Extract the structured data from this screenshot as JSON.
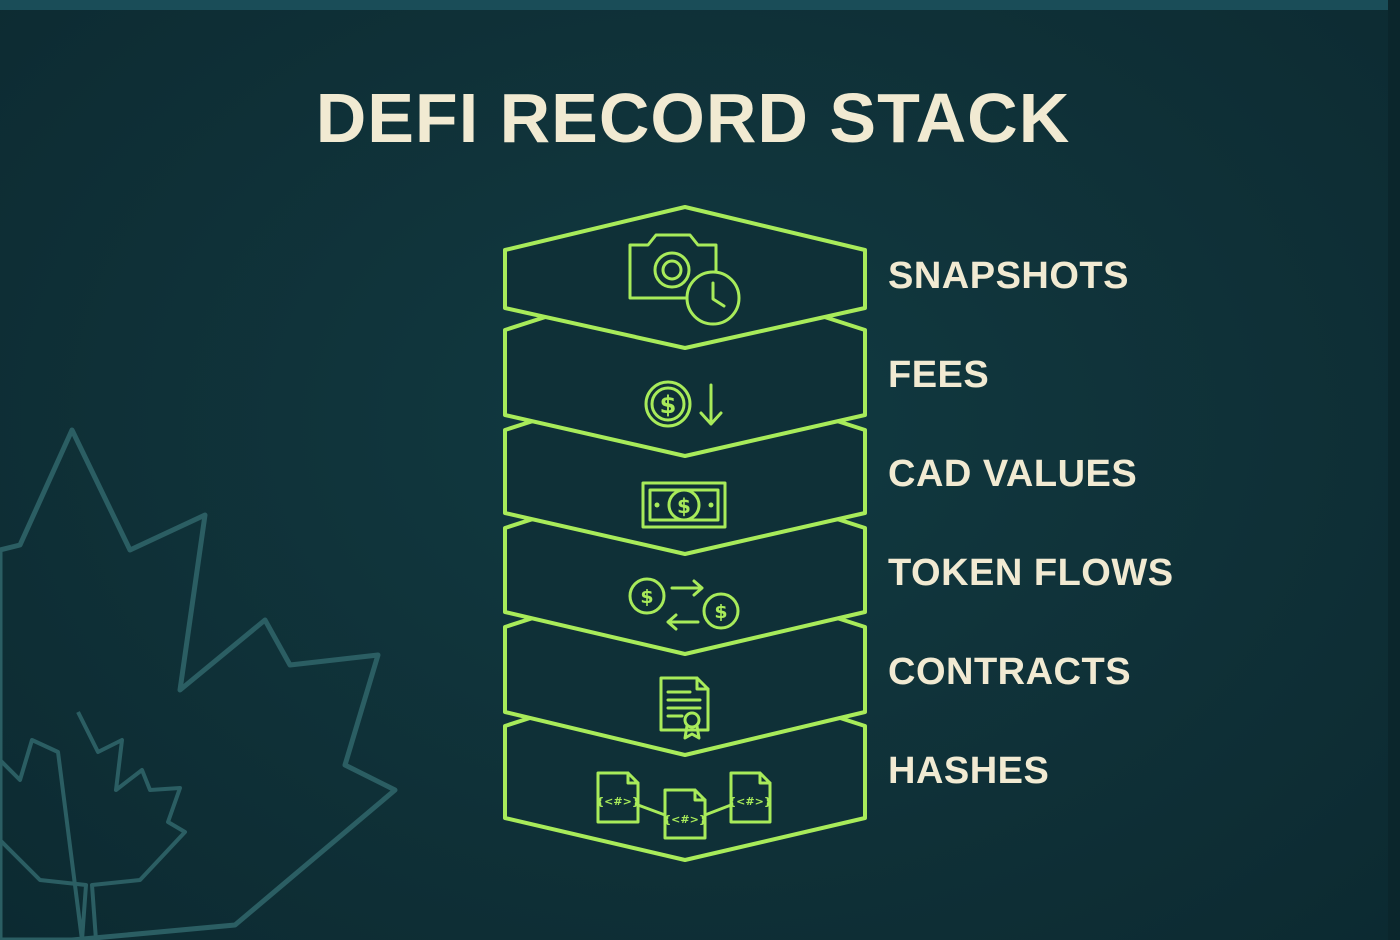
{
  "title": "DEFI RECORD STACK",
  "layers": [
    {
      "label": "SNAPSHOTS",
      "icon": "camera-clock-icon"
    },
    {
      "label": "FEES",
      "icon": "dollar-down-arrow-icon"
    },
    {
      "label": "CAD VALUES",
      "icon": "banknote-icon"
    },
    {
      "label": "TOKEN FLOWS",
      "icon": "token-exchange-icon"
    },
    {
      "label": "CONTRACTS",
      "icon": "certificate-document-icon"
    },
    {
      "label": "HASHES",
      "icon": "linked-hash-files-icon"
    }
  ],
  "colors": {
    "background": "#0f3037",
    "stroke": "#a8eb5a",
    "text": "#f1ead2",
    "watermark": "#2b5e63"
  },
  "watermark_icon": "maple-leaf-icon",
  "glyphs": {
    "dollar": "$",
    "code": "{<#>}"
  }
}
